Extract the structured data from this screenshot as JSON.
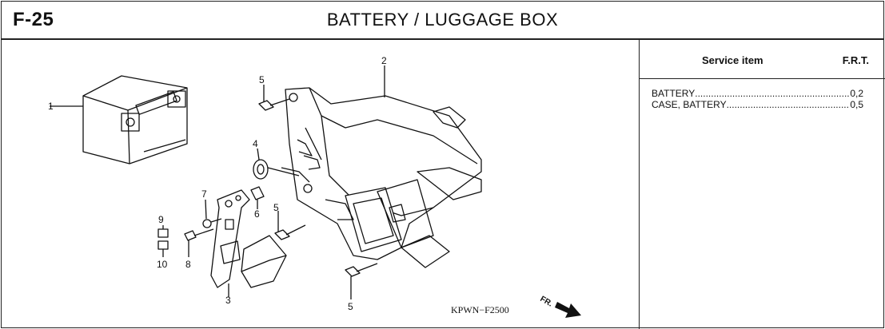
{
  "header": {
    "code": "F-25",
    "title": "BATTERY / LUGGAGE  BOX"
  },
  "diagram": {
    "callouts": [
      "1",
      "2",
      "3",
      "4",
      "5",
      "5",
      "5",
      "6",
      "7",
      "8",
      "9",
      "10"
    ],
    "part_code": "KPWN−F2500",
    "direction_label": "FR."
  },
  "service": {
    "header_name": "Service item",
    "header_frt": "F.R.T.",
    "items": [
      {
        "label": "BATTERY",
        "value": "0,2"
      },
      {
        "label": "CASE, BATTERY",
        "value": "0,5"
      }
    ]
  }
}
